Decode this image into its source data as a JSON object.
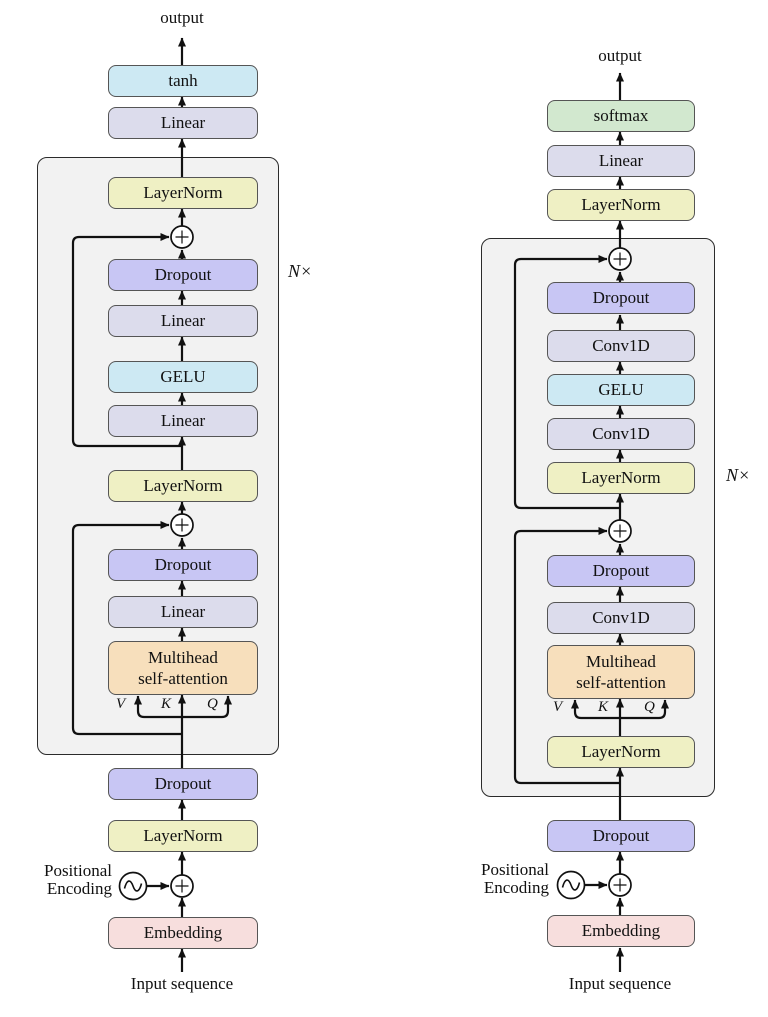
{
  "figure": {
    "left_diagram": {
      "output_label": "output",
      "input_label": "Input sequence",
      "repeat_label": "N×",
      "positional_encoding": [
        "Positional",
        "Encoding"
      ],
      "attention_inputs": [
        "V",
        "K",
        "Q"
      ],
      "nodes": {
        "activation_head": "tanh",
        "linear_head": "Linear",
        "layernorm_out": "LayerNorm",
        "dropout_ffn": "Dropout",
        "linear_ffn2": "Linear",
        "gelu": "GELU",
        "linear_ffn1": "Linear",
        "layernorm_mid": "LayerNorm",
        "dropout_attn": "Dropout",
        "linear_attn": "Linear",
        "mhsa": [
          "Multihead",
          "self-attention"
        ],
        "dropout_in": "Dropout",
        "layernorm_in": "LayerNorm",
        "embedding": "Embedding"
      }
    },
    "right_diagram": {
      "output_label": "output",
      "input_label": "Input sequence",
      "repeat_label": "N×",
      "positional_encoding": [
        "Positional",
        "Encoding"
      ],
      "attention_inputs": [
        "V",
        "K",
        "Q"
      ],
      "nodes": {
        "softmax_head": "softmax",
        "linear_head": "Linear",
        "layernorm_out": "LayerNorm",
        "dropout_ffn": "Dropout",
        "conv_ffn2": "Conv1D",
        "gelu": "GELU",
        "conv_ffn1": "Conv1D",
        "layernorm_ffn": "LayerNorm",
        "dropout_attn": "Dropout",
        "conv_attn": "Conv1D",
        "mhsa": [
          "Multihead",
          "self-attention"
        ],
        "layernorm_attn": "LayerNorm",
        "dropout_in": "Dropout",
        "embedding": "Embedding"
      }
    },
    "palette": {
      "activation_blue": "#cde9f3",
      "linear_lavender": "#dcdcec",
      "layernorm_yellow": "#eff0c4",
      "dropout_purple": "#c8c6f4",
      "attention_orange": "#f7dfbc",
      "embedding_pink": "#f7dedd",
      "softmax_green": "#d2e8cf",
      "repeat_block_gray": "#f2f2f2",
      "line_black": "#111111"
    }
  }
}
